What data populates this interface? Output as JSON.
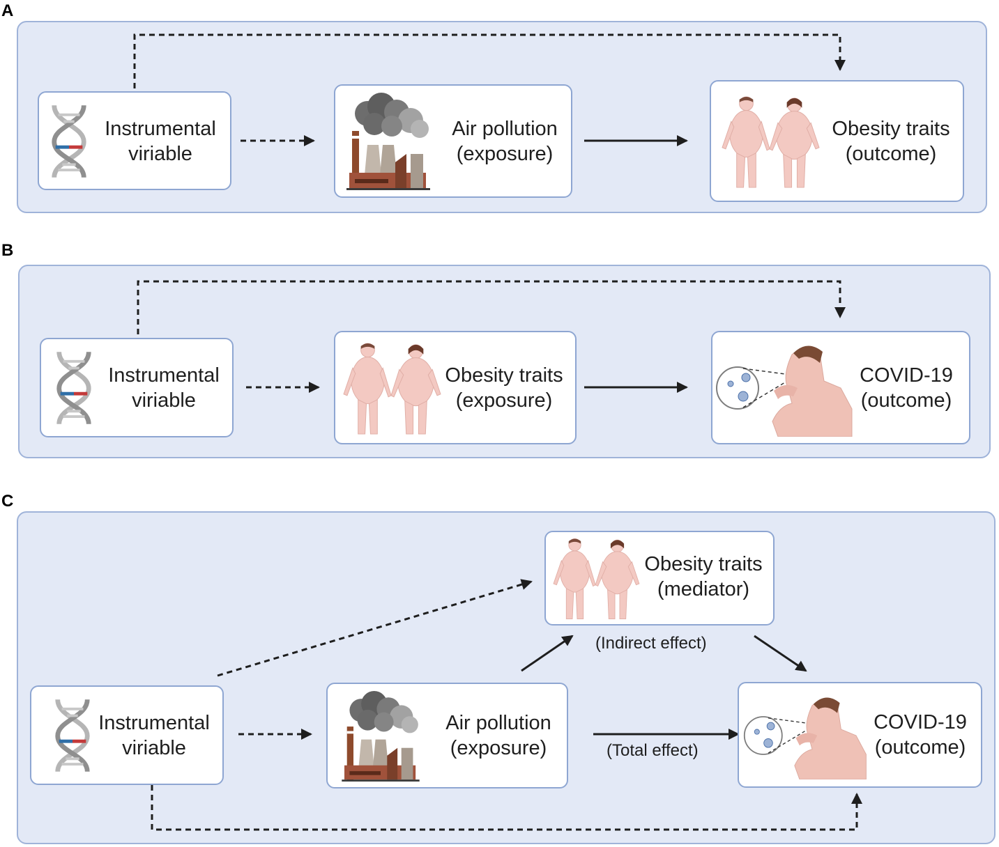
{
  "panels": [
    {
      "letter": "A",
      "iv": {
        "line1": "Instrumental",
        "line2": "viriable"
      },
      "exposure": {
        "line1": "Air pollution",
        "line2": "(exposure)"
      },
      "outcome": {
        "line1": "Obesity traits",
        "line2": "(outcome)"
      }
    },
    {
      "letter": "B",
      "iv": {
        "line1": "Instrumental",
        "line2": "viriable"
      },
      "exposure": {
        "line1": "Obesity traits",
        "line2": "(exposure)"
      },
      "outcome": {
        "line1": "COVID-19",
        "line2": "(outcome)"
      }
    },
    {
      "letter": "C",
      "iv": {
        "line1": "Instrumental",
        "line2": "viriable"
      },
      "exposure": {
        "line1": "Air pollution",
        "line2": "(exposure)"
      },
      "mediator": {
        "line1": "Obesity traits",
        "line2": "(mediator)"
      },
      "outcome": {
        "line1": "COVID-19",
        "line2": "(outcome)"
      },
      "indirect_label": "(Indirect effect)",
      "total_label": "(Total effect)"
    }
  ],
  "icons": {
    "iv": "dna-helix-icon",
    "air": "factory-smoke-icon",
    "obesity": "obese-couple-icon",
    "covid": "coughing-man-virus-icon"
  },
  "colors": {
    "panel_bg": "#e3e9f6",
    "panel_border": "#9fb3d9",
    "node_border": "#8ea6d2"
  }
}
